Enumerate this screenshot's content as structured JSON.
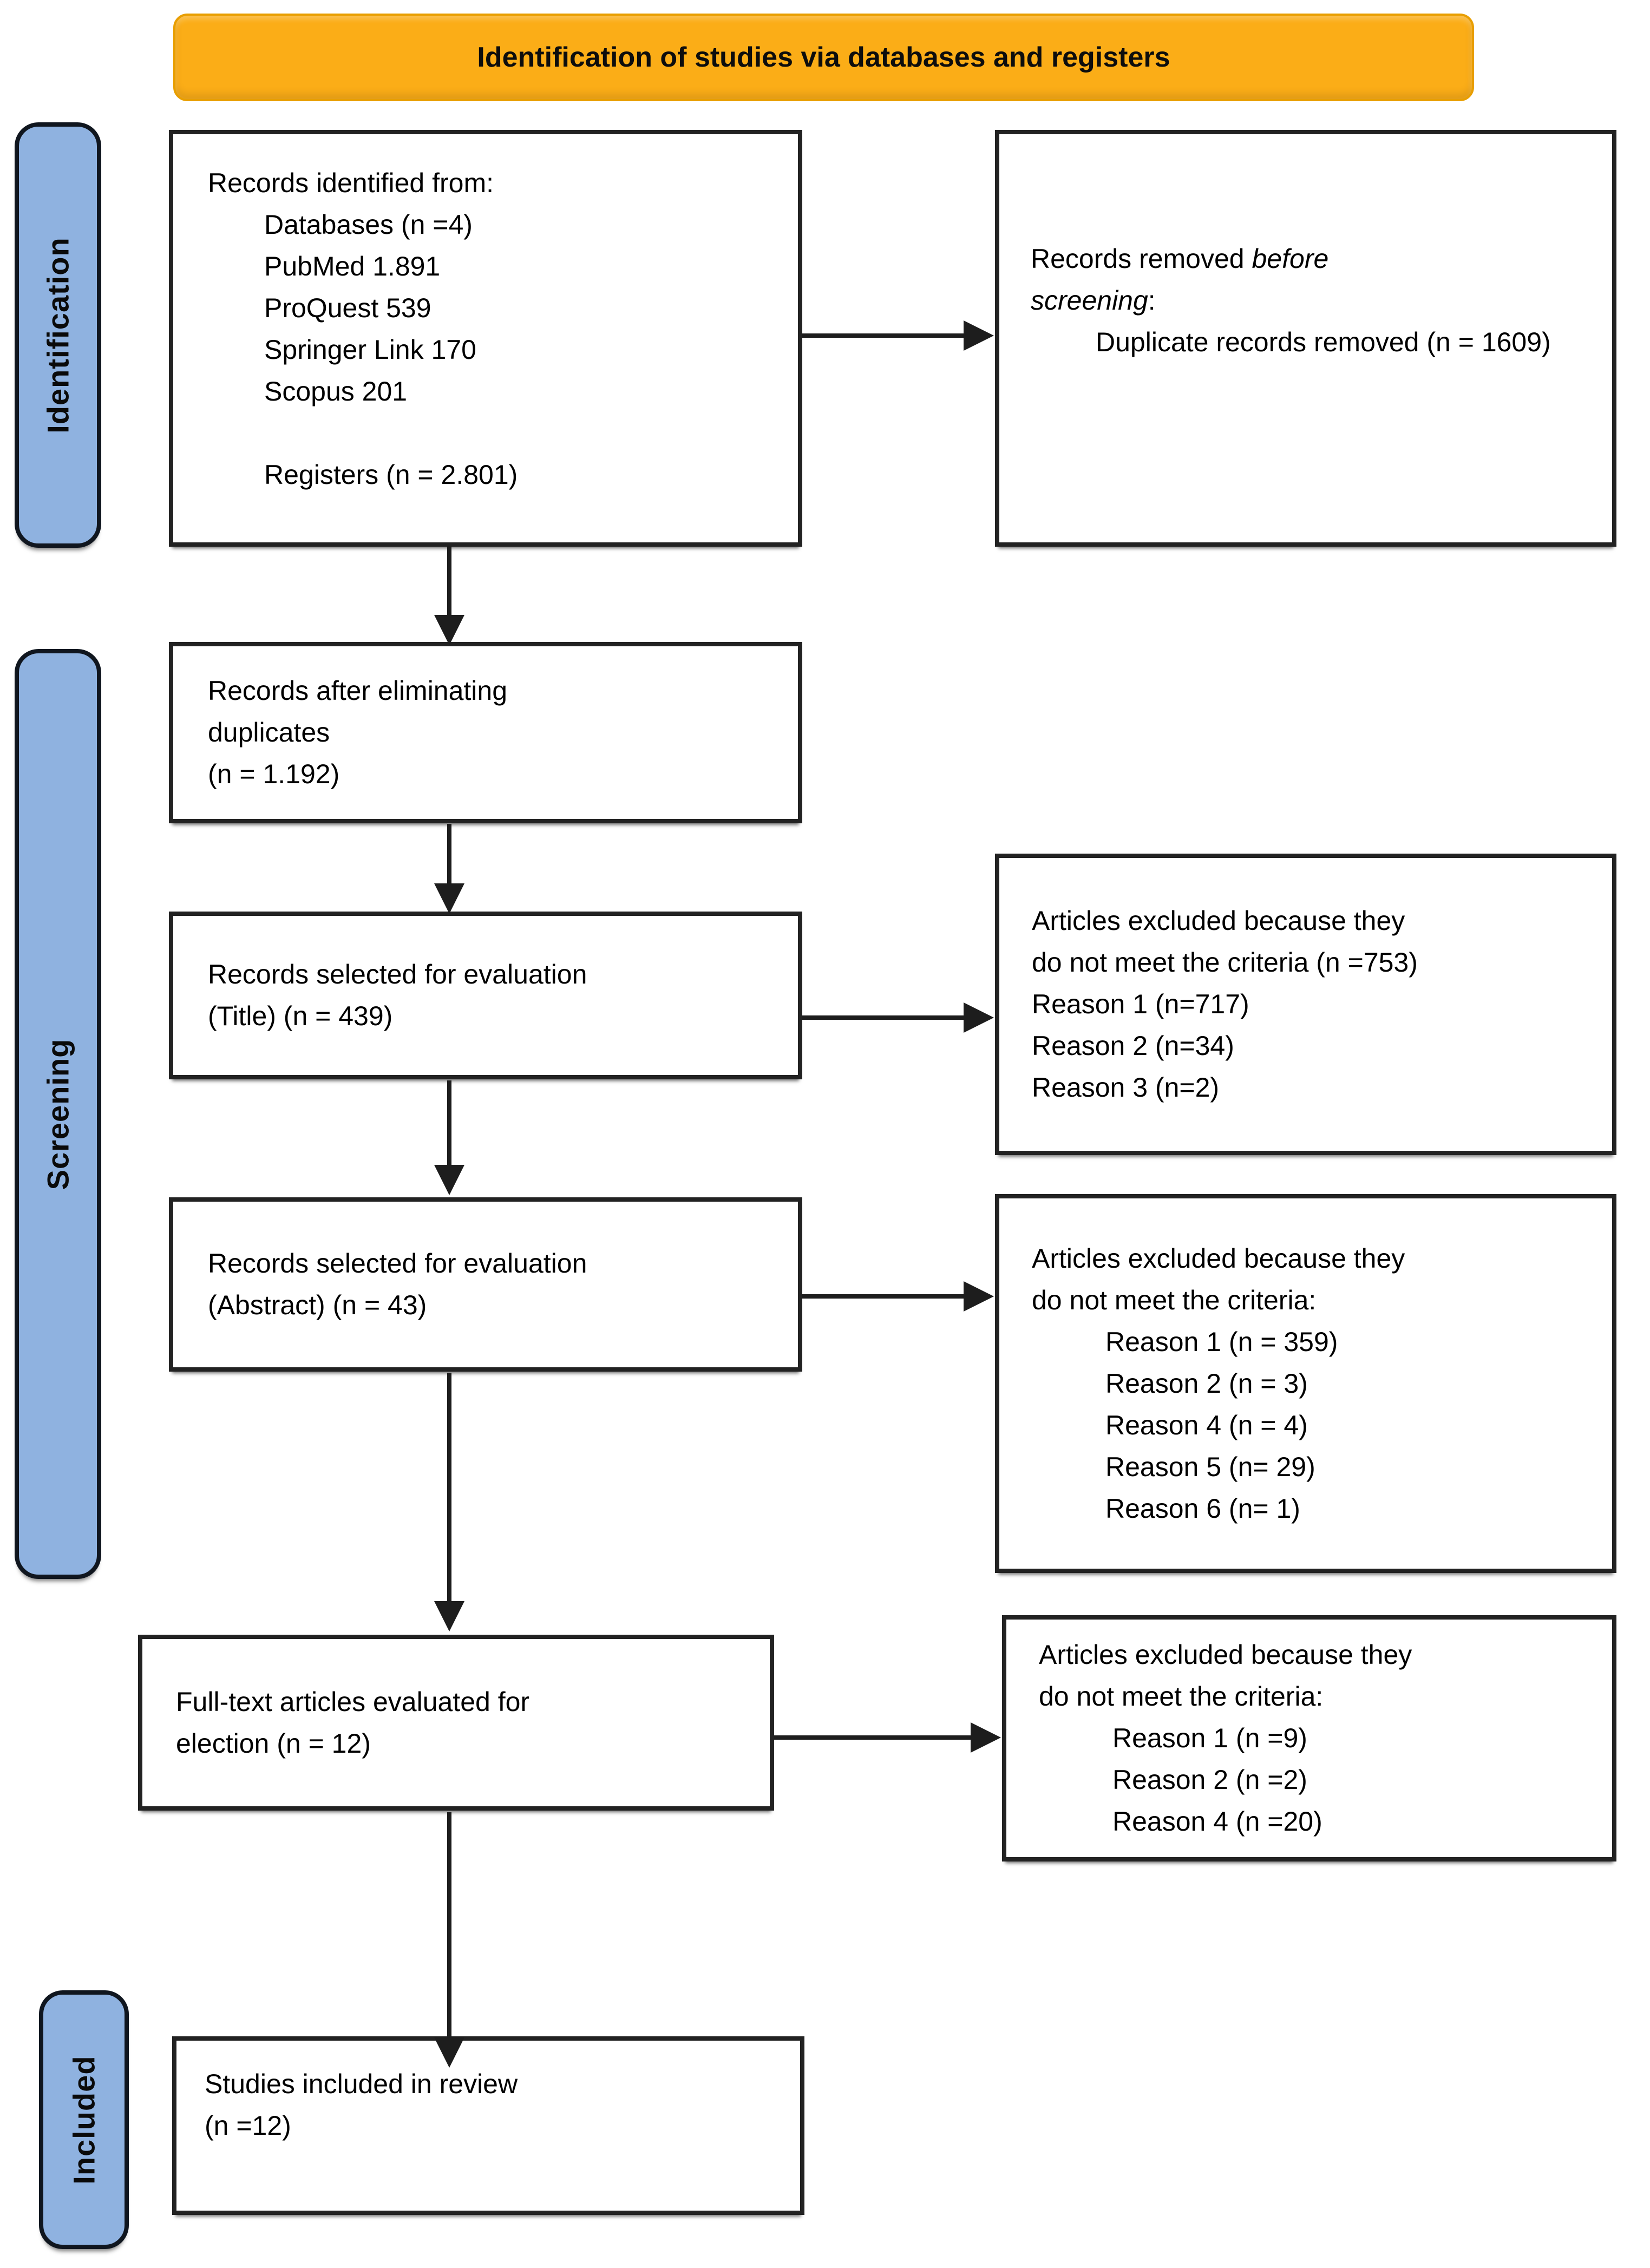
{
  "header": {
    "title": "Identification of studies via databases and registers"
  },
  "sidebar": {
    "identification": "Identification",
    "screening": "Screening",
    "included": "Included"
  },
  "boxes": {
    "records_identified": {
      "intro": "Records identified from:",
      "items": [
        "Databases (n =4)",
        "PubMed 1.891",
        "ProQuest 539",
        "Springer Link 170",
        "Scopus 201"
      ],
      "registers": "Registers (n = 2.801)"
    },
    "records_removed": {
      "prefix": "Records removed ",
      "italic_before": "before",
      "italic_screening": "screening",
      "colon": ":",
      "detail": "Duplicate records removed (n = 1609)"
    },
    "after_duplicates": {
      "lines": [
        "Records after eliminating",
        "duplicates",
        "(n = 1.192)"
      ]
    },
    "selected_title": {
      "lines": [
        "Records selected for evaluation",
        "(Title) (n = 439)"
      ]
    },
    "excluded_title": {
      "lines": [
        "Articles excluded because they",
        "do not meet the criteria (n =753)",
        "Reason 1 (n=717)",
        "Reason 2 (n=34)",
        "Reason 3 (n=2)"
      ]
    },
    "selected_abstract": {
      "lines": [
        "Records selected for evaluation",
        "(Abstract) (n = 43)"
      ]
    },
    "excluded_abstract": {
      "header_lines": [
        "Articles excluded because they",
        "do not meet the criteria:"
      ],
      "reasons": [
        "Reason 1 (n = 359)",
        "Reason 2 (n = 3)",
        "Reason 4 (n = 4)",
        "Reason 5 (n= 29)",
        "Reason 6 (n= 1)"
      ]
    },
    "fulltext": {
      "lines": [
        "Full-text articles evaluated for",
        "election (n = 12)"
      ]
    },
    "excluded_fulltext": {
      "header_lines": [
        "Articles excluded because they",
        "do not meet the criteria:"
      ],
      "reasons": [
        "Reason 1 (n =9)",
        "Reason 2 (n =2)",
        "Reason 4 (n =20)"
      ]
    },
    "included_review": {
      "lines": [
        "Studies included in review",
        "(n =12)"
      ]
    }
  },
  "colors": {
    "banner": "#FBAD17",
    "banner-edge": "#E89E00",
    "stage": "#8FB2E0",
    "border": "#222222",
    "arrow": "#1d1d1d"
  }
}
